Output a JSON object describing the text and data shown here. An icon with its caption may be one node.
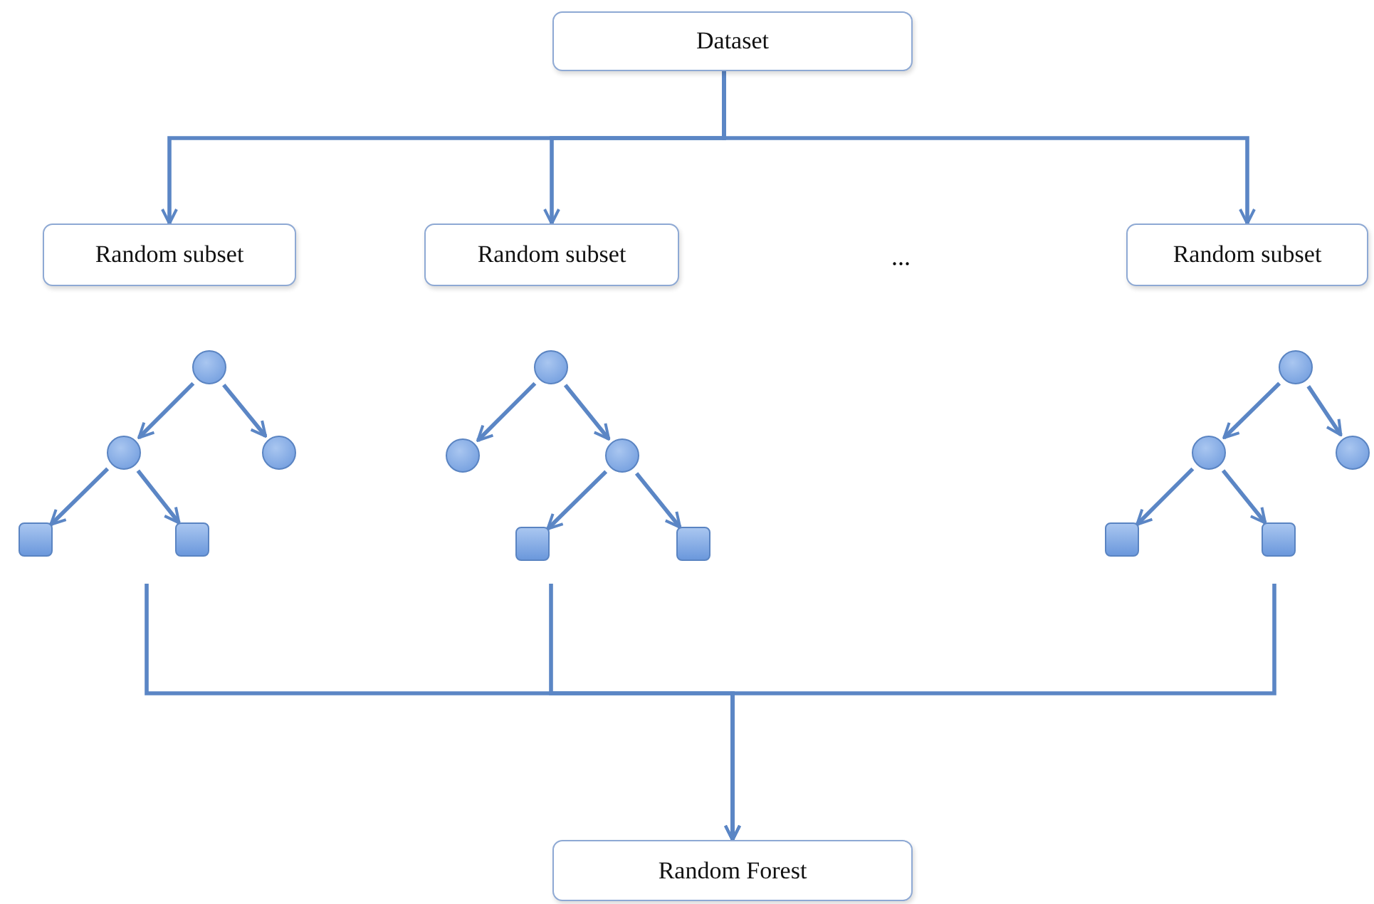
{
  "diagram": {
    "nodes": [
      {
        "text": [
          "Dataset"
        ]
      },
      {
        "text": [
          "Random subset"
        ]
      },
      {
        "text": [
          "Random subset"
        ]
      },
      {
        "text": [
          "Random subset"
        ]
      },
      {
        "text": [],
        "shape": "circle"
      },
      {
        "text": [],
        "shape": "circle"
      },
      {
        "text": [],
        "shape": "circle"
      },
      {
        "text": [],
        "shape": "box"
      },
      {
        "text": [],
        "shape": "box"
      },
      {
        "text": [],
        "shape": "circle"
      },
      {
        "text": [],
        "shape": "circle"
      },
      {
        "text": [],
        "shape": "circle"
      },
      {
        "text": [],
        "shape": "box"
      },
      {
        "text": [],
        "shape": "box"
      },
      {
        "text": [],
        "shape": "circle"
      },
      {
        "text": [],
        "shape": "circle"
      },
      {
        "text": [],
        "shape": "circle"
      },
      {
        "text": [],
        "shape": "box"
      },
      {
        "text": [],
        "shape": "box"
      },
      {
        "text": [
          "Random Forest"
        ]
      }
    ],
    "edges": [
      {
        "from": 0,
        "to": 1,
        "arrow": "to"
      },
      {
        "from": 0,
        "to": 2,
        "arrow": "to"
      },
      {
        "from": 0,
        "to": 3,
        "arrow": "to"
      },
      {
        "from": 4,
        "to": 5,
        "arrow": "to"
      },
      {
        "from": 4,
        "to": 6,
        "arrow": "to"
      },
      {
        "from": 5,
        "to": 7,
        "arrow": "to"
      },
      {
        "from": 5,
        "to": 8,
        "arrow": "to"
      },
      {
        "from": 9,
        "to": 10,
        "arrow": "to"
      },
      {
        "from": 9,
        "to": 11,
        "arrow": "to"
      },
      {
        "from": 11,
        "to": 12,
        "arrow": "to"
      },
      {
        "from": 11,
        "to": 13,
        "arrow": "to"
      },
      {
        "from": 14,
        "to": 15,
        "arrow": "to"
      },
      {
        "from": 14,
        "to": 16,
        "arrow": "to"
      },
      {
        "from": 15,
        "to": 17,
        "arrow": "to"
      },
      {
        "from": 15,
        "to": 18,
        "arrow": "to"
      },
      {
        "from": null,
        "to": 19,
        "arrow": "to"
      },
      {
        "from": null,
        "to": 19,
        "arrow": "to"
      },
      {
        "from": null,
        "to": 19,
        "arrow": "to"
      }
    ],
    "labels": [
      "..."
    ]
  }
}
